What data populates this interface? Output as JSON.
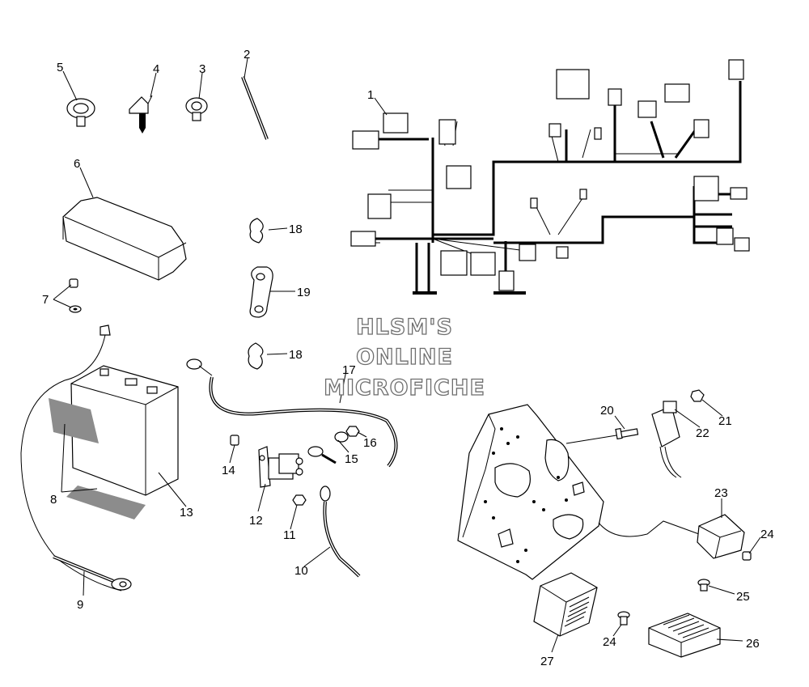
{
  "watermark": {
    "line1": "HLSM'S",
    "line2": "ONLINE",
    "line3": "MICROFICHE"
  },
  "callouts": {
    "c1": "1",
    "c2": "2",
    "c3": "3",
    "c4": "4",
    "c5": "5",
    "c6": "6",
    "c7": "7",
    "c8": "8",
    "c9": "9",
    "c10": "10",
    "c11": "11",
    "c12": "12",
    "c13": "13",
    "c14": "14",
    "c15": "15",
    "c16": "16",
    "c17": "17",
    "c18a": "18",
    "c18b": "18",
    "c19": "19",
    "c20": "20",
    "c21": "21",
    "c22": "22",
    "c23": "23",
    "c24a": "24",
    "c24b": "24",
    "c25": "25",
    "c26": "26",
    "c27": "27"
  }
}
